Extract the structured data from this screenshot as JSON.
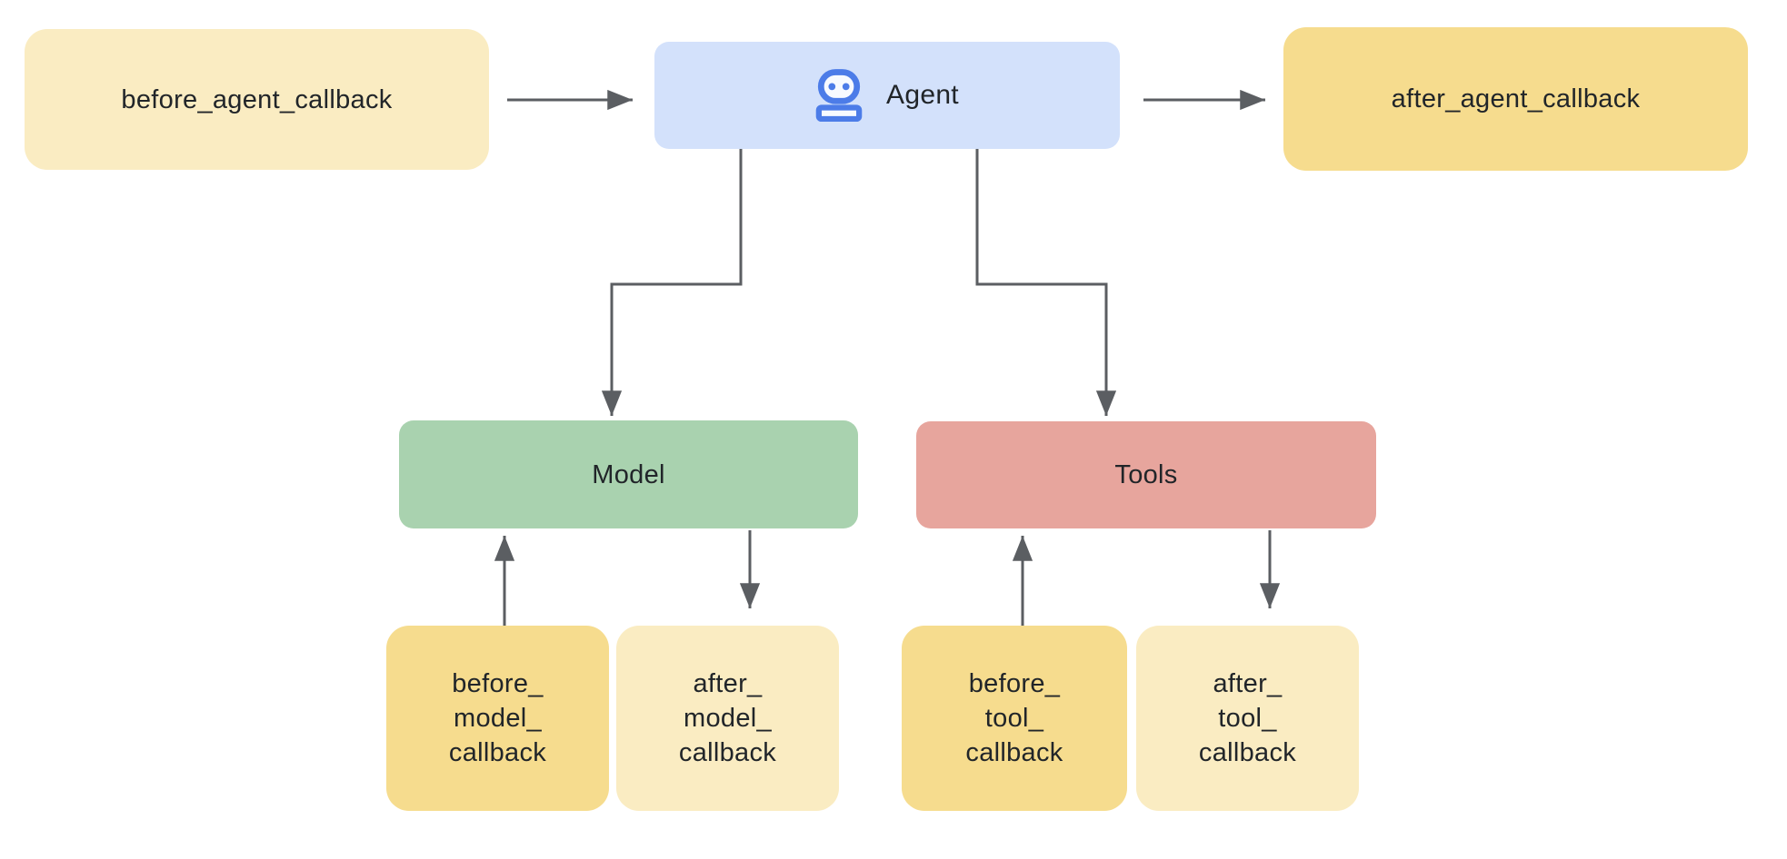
{
  "diagram": {
    "nodes": {
      "before_agent": {
        "label": "before_agent_callback",
        "color": "#faecc2"
      },
      "agent": {
        "label": "Agent",
        "color": "#d3e1fb",
        "icon": "robot-icon"
      },
      "after_agent": {
        "label": "after_agent_callback",
        "color": "#f6dc8e"
      },
      "model": {
        "label": "Model",
        "color": "#a9d2af"
      },
      "tools": {
        "label": "Tools",
        "color": "#e7a59d"
      },
      "before_model": {
        "label": "before_\nmodel_\ncallback",
        "color": "#f6dc8e"
      },
      "after_model": {
        "label": "after_\nmodel_\ncallback",
        "color": "#faecc2"
      },
      "before_tool": {
        "label": "before_\ntool_\ncallback",
        "color": "#f6dc8e"
      },
      "after_tool": {
        "label": "after_\ntool_\ncallback",
        "color": "#faecc2"
      }
    },
    "edges": [
      {
        "from": "before_agent_callback",
        "to": "Agent"
      },
      {
        "from": "Agent",
        "to": "after_agent_callback"
      },
      {
        "from": "Agent",
        "to": "Model"
      },
      {
        "from": "Agent",
        "to": "Tools"
      },
      {
        "from": "before_model_callback",
        "to": "Model"
      },
      {
        "from": "Model",
        "to": "after_model_callback"
      },
      {
        "from": "before_tool_callback",
        "to": "Tools"
      },
      {
        "from": "Tools",
        "to": "after_tool_callback"
      }
    ],
    "colors": {
      "background": "#ffffff",
      "connector": "#5b5e62",
      "text": "#212529",
      "robot_blue": "#4c7ce8"
    }
  }
}
